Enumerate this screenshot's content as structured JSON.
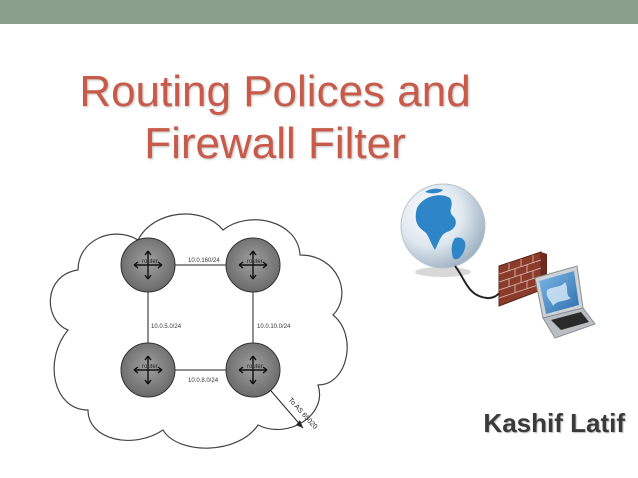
{
  "slide": {
    "title_line1": "Routing Polices and",
    "title_line2": "Firewall Filter",
    "author": "Kashif Latif"
  },
  "diagram": {
    "routers": [
      {
        "label": "router"
      },
      {
        "label": "router"
      },
      {
        "label": "router"
      },
      {
        "label": "router"
      }
    ],
    "links": {
      "top": "10.0.160/24",
      "left": "10.0.5.0/24",
      "right": "10.0.10.0/24",
      "bottom": "10.0.8.0/24"
    },
    "external": "To AS 65020"
  },
  "colors": {
    "accent_bar": "#8aa08c",
    "title": "#c85a4a",
    "author": "#3a3a3a"
  },
  "icons": [
    "globe-icon",
    "firewall-icon",
    "laptop-icon",
    "router-icon"
  ]
}
